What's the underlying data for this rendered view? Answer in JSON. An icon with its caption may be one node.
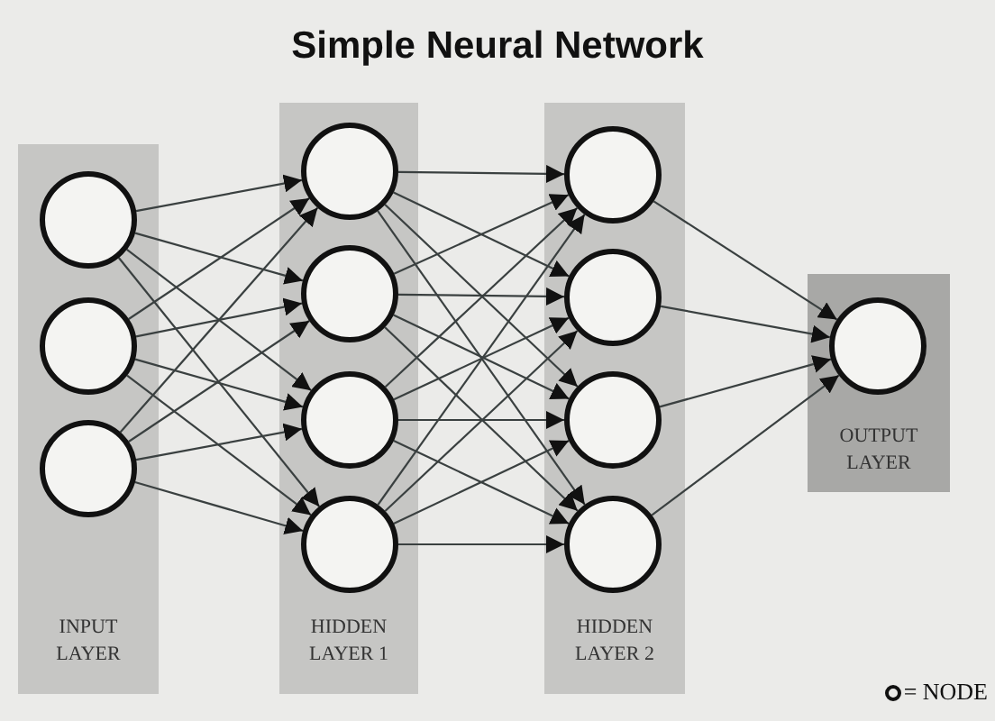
{
  "diagram": {
    "title": "Simple Neural Network",
    "nodes": [
      {
        "text": [
          "INPUT LAYER"
        ]
      },
      {
        "text": [],
        "shape": "circle",
        "in": 0
      },
      {
        "text": [],
        "shape": "circle",
        "in": 0
      },
      {
        "text": [],
        "shape": "circle",
        "in": 0
      },
      {
        "text": [
          "HIDDEN LAYER 1"
        ]
      },
      {
        "text": [],
        "shape": "circle",
        "in": 4
      },
      {
        "text": [],
        "shape": "circle",
        "in": 4
      },
      {
        "text": [],
        "shape": "circle",
        "in": 4
      },
      {
        "text": [],
        "shape": "circle",
        "in": 4
      },
      {
        "text": [
          "HIDDEN LAYER 2"
        ]
      },
      {
        "text": [],
        "shape": "circle",
        "in": 9
      },
      {
        "text": [],
        "shape": "circle",
        "in": 9
      },
      {
        "text": [],
        "shape": "circle",
        "in": 9
      },
      {
        "text": [],
        "shape": "circle",
        "in": 9
      },
      {
        "text": [
          "OUTPUT LAYER"
        ]
      },
      {
        "text": [],
        "shape": "circle",
        "in": 14
      }
    ],
    "edges": [
      {
        "from": 1,
        "to": 5,
        "arrow": "to"
      },
      {
        "from": 1,
        "to": 6,
        "arrow": "to"
      },
      {
        "from": 1,
        "to": 7,
        "arrow": "to"
      },
      {
        "from": 1,
        "to": 8,
        "arrow": "to"
      },
      {
        "from": 2,
        "to": 5,
        "arrow": "to"
      },
      {
        "from": 2,
        "to": 6,
        "arrow": "to"
      },
      {
        "from": 2,
        "to": 7,
        "arrow": "to"
      },
      {
        "from": 2,
        "to": 8,
        "arrow": "to"
      },
      {
        "from": 3,
        "to": 5,
        "arrow": "to"
      },
      {
        "from": 3,
        "to": 6,
        "arrow": "to"
      },
      {
        "from": 3,
        "to": 7,
        "arrow": "to"
      },
      {
        "from": 3,
        "to": 8,
        "arrow": "to"
      },
      {
        "from": 5,
        "to": 10,
        "arrow": "to"
      },
      {
        "from": 5,
        "to": 11,
        "arrow": "to"
      },
      {
        "from": 5,
        "to": 12,
        "arrow": "to"
      },
      {
        "from": 5,
        "to": 13,
        "arrow": "to"
      },
      {
        "from": 6,
        "to": 10,
        "arrow": "to"
      },
      {
        "from": 6,
        "to": 11,
        "arrow": "to"
      },
      {
        "from": 6,
        "to": 12,
        "arrow": "to"
      },
      {
        "from": 6,
        "to": 13,
        "arrow": "to"
      },
      {
        "from": 7,
        "to": 10,
        "arrow": "to"
      },
      {
        "from": 7,
        "to": 11,
        "arrow": "to"
      },
      {
        "from": 7,
        "to": 12,
        "arrow": "to"
      },
      {
        "from": 7,
        "to": 13,
        "arrow": "to"
      },
      {
        "from": 8,
        "to": 10,
        "arrow": "to"
      },
      {
        "from": 8,
        "to": 11,
        "arrow": "to"
      },
      {
        "from": 8,
        "to": 12,
        "arrow": "to"
      },
      {
        "from": 8,
        "to": 13,
        "arrow": "to"
      },
      {
        "from": 10,
        "to": 15,
        "arrow": "to"
      },
      {
        "from": 11,
        "to": 15,
        "arrow": "to"
      },
      {
        "from": 12,
        "to": 15,
        "arrow": "to"
      },
      {
        "from": 13,
        "to": 15,
        "arrow": "to"
      }
    ],
    "legend": [
      {
        "text": "= NODE"
      }
    ]
  }
}
